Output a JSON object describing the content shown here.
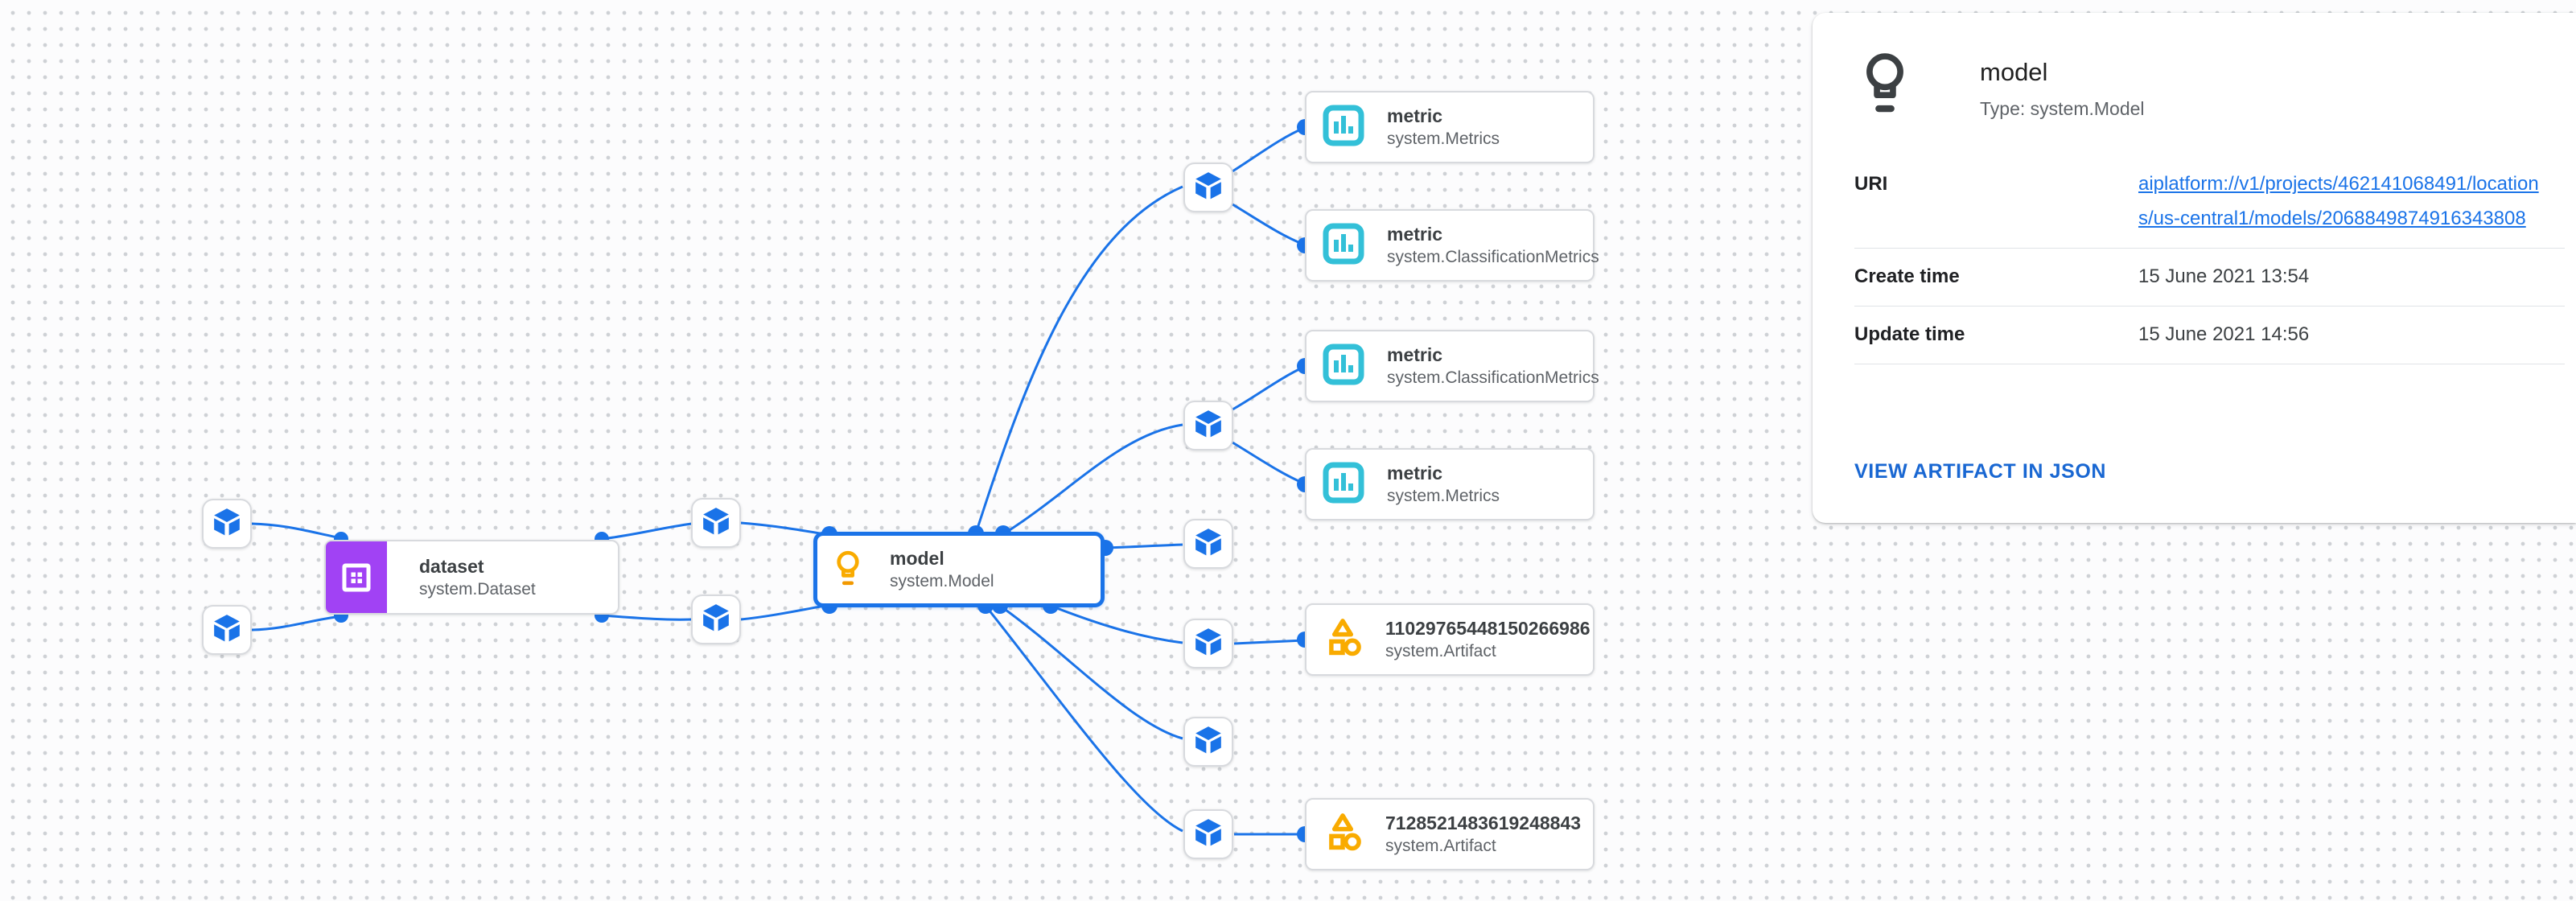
{
  "colors": {
    "edge_blue": "#1a73e8",
    "dataset_purple": "#a142f4",
    "metric_cyan": "#33c0d8",
    "artifact_amber": "#f9ab00",
    "link_blue": "#1a73e8",
    "action_blue": "#1967d2"
  },
  "graph": {
    "dataset_node": {
      "label": "dataset",
      "type": "system.Dataset",
      "icon": "dataset-grid-icon"
    },
    "model_node": {
      "label": "model",
      "type": "system.Model",
      "icon": "lightbulb-icon"
    },
    "execution_icon": "execution-cube-icon",
    "cards": [
      {
        "title": "metric",
        "type": "system.Metrics",
        "icon": "metrics-chart-icon"
      },
      {
        "title": "metric",
        "type": "system.ClassificationMetrics",
        "icon": "metrics-chart-icon"
      },
      {
        "title": "metric",
        "type": "system.ClassificationMetrics",
        "icon": "metrics-chart-icon"
      },
      {
        "title": "metric",
        "type": "system.Metrics",
        "icon": "metrics-chart-icon"
      },
      {
        "title": "11029765448150266986",
        "type": "system.Artifact",
        "icon": "artifact-shapes-icon"
      },
      {
        "title": "7128521483619248843",
        "type": "system.Artifact",
        "icon": "artifact-shapes-icon"
      }
    ]
  },
  "panel": {
    "title": "model",
    "subtitle": "Type: system.Model",
    "icon": "lightbulb-icon",
    "rows": [
      {
        "label": "URI",
        "value": "aiplatform://v1/projects/462141068491/locations/us-central1/models/2068849874916343808"
      },
      {
        "label": "Create time",
        "value": "15 June 2021 13:54"
      },
      {
        "label": "Update time",
        "value": "15 June 2021 14:56"
      }
    ],
    "action_label": "VIEW ARTIFACT IN JSON"
  }
}
